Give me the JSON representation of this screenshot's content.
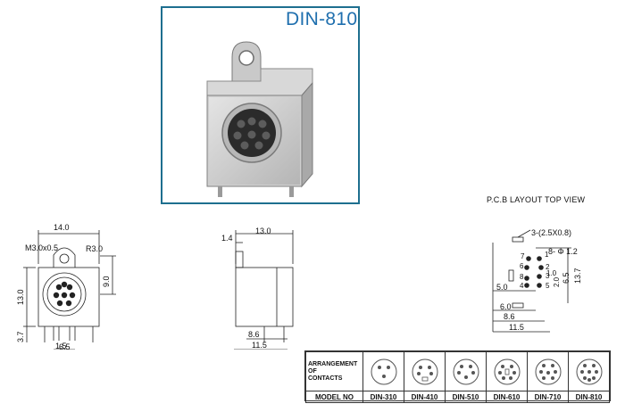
{
  "product": {
    "model": "DIN-810"
  },
  "pcb_layout": {
    "title": "P.C.B LAYOUT     TOP VIEW",
    "dims": {
      "slot": "3-(2.5X0.8)",
      "holes": "8- Φ 1.2",
      "d_1_0": "1.0",
      "d_2_0": "2.0",
      "d_6_5": "6.5",
      "d_13_7": "13.7",
      "d_5_0": "5.0",
      "d_6_0": "6.0",
      "d_8_6": "8.6",
      "d_11_5": "11.5"
    },
    "pin_numbers": [
      "7",
      "1",
      "6",
      "2",
      "3",
      "8",
      "4",
      "5"
    ]
  },
  "front_view": {
    "dims": {
      "width": "14.0",
      "thread": "M3.0x0.5",
      "radius": "R3.0",
      "d_9_0": "9.0",
      "height": "13.0",
      "d_3_7": "3.7",
      "d_1_5": "1.5",
      "d_6_5": "6.5"
    }
  },
  "side_view": {
    "dims": {
      "d_1_4": "1.4",
      "d_13_0": "13.0",
      "d_8_6": "8.6",
      "d_11_5": "11.5"
    }
  },
  "contacts_table": {
    "header": [
      "ARRANGEMENT",
      "OF",
      "CONTACTS"
    ],
    "model_no_label": "MODEL NO",
    "models": [
      "DIN-310",
      "DIN-410",
      "DIN-510",
      "DIN-610",
      "DIN-710",
      "DIN-810"
    ]
  }
}
